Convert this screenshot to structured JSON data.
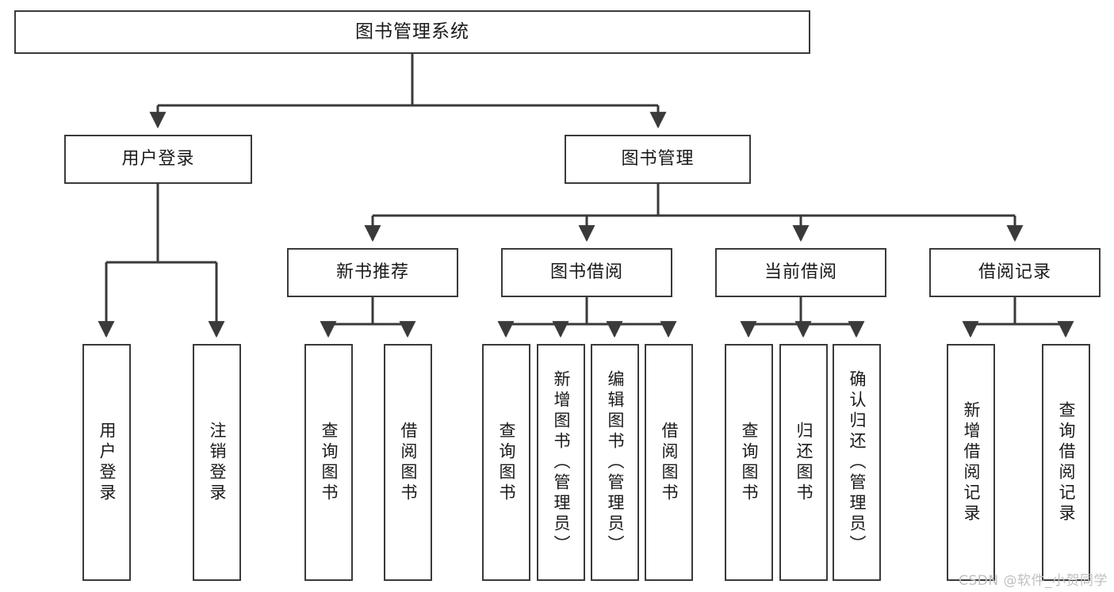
{
  "diagram": {
    "title": "图书管理系统",
    "watermark": "CSDN @软件_小贺同学",
    "stroke_color": "#3a3a3a",
    "background_color": "#ffffff",
    "text_color": "#1a1a1a",
    "watermark_color": "#bfbfbf"
  },
  "nodes": {
    "root": {
      "label": "图书管理系统"
    },
    "level1": [
      {
        "id": "user-login",
        "label": "用户登录"
      },
      {
        "id": "book-management",
        "label": "图书管理"
      }
    ],
    "level2": [
      {
        "id": "new-book-recommend",
        "label": "新书推荐"
      },
      {
        "id": "book-borrow",
        "label": "图书借阅"
      },
      {
        "id": "current-borrow",
        "label": "当前借阅"
      },
      {
        "id": "borrow-record",
        "label": "借阅记录"
      }
    ],
    "leaves": {
      "user_login": [
        {
          "id": "leaf-user-login",
          "label": "用户登录"
        },
        {
          "id": "leaf-logout-login",
          "label": "注销登录"
        }
      ],
      "new_book_recommend": [
        {
          "id": "leaf-query-book-1",
          "label": "查询图书"
        },
        {
          "id": "leaf-borrow-book-1",
          "label": "借阅图书"
        }
      ],
      "book_borrow": [
        {
          "id": "leaf-query-book-2",
          "label": "查询图书"
        },
        {
          "id": "leaf-add-book",
          "label": "新增图书（管理员）"
        },
        {
          "id": "leaf-edit-book",
          "label": "编辑图书（管理员）"
        },
        {
          "id": "leaf-borrow-book-2",
          "label": "借阅图书"
        }
      ],
      "current_borrow": [
        {
          "id": "leaf-query-book-3",
          "label": "查询图书"
        },
        {
          "id": "leaf-return-book",
          "label": "归还图书"
        },
        {
          "id": "leaf-confirm-return",
          "label": "确认归还（管理员）"
        }
      ],
      "borrow_record": [
        {
          "id": "leaf-add-record",
          "label": "新增借阅记录"
        },
        {
          "id": "leaf-query-record",
          "label": "查询借阅记录"
        }
      ]
    }
  }
}
